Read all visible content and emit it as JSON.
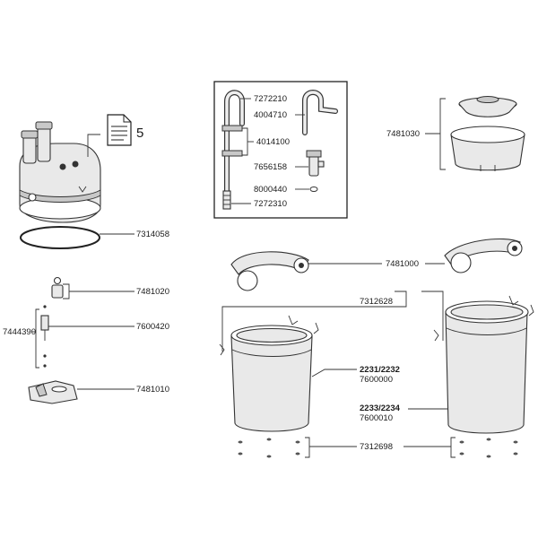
{
  "manual_count": "5",
  "labels": {
    "p7272210": "7272210",
    "p4004710": "4004710",
    "p4014100": "4014100",
    "p7656158": "7656158",
    "p8000440": "8000440",
    "p7272310": "7272310",
    "p7481030": "7481030",
    "p7314058": "7314058",
    "p7481000": "7481000",
    "p7312628": "7312628",
    "p7481020": "7481020",
    "p7444390": "7444390",
    "p7600420": "7600420",
    "p7481010": "7481010",
    "model_a": "2231/2232",
    "model_a_part": "7600000",
    "model_b": "2233/2234",
    "model_b_part": "7600010",
    "p7312698": "7312698"
  }
}
